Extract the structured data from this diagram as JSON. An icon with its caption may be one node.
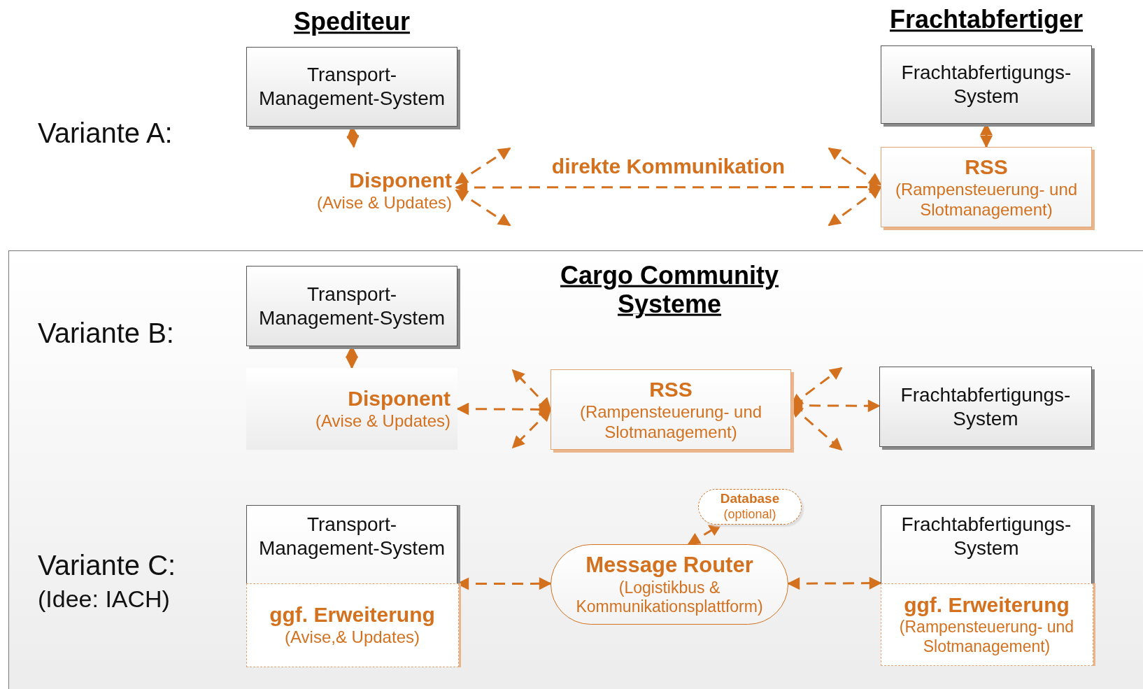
{
  "diagram": {
    "nodes": [
      {
        "text": [
          "Transport-Management-System"
        ]
      },
      {
        "text": [
          "Frachtabfertigungs-System"
        ]
      },
      {
        "text": [
          "Disponent",
          "(Avise & Updates)"
        ]
      },
      {
        "text": [
          "RSS",
          "(Rampensteuerung- und Slotmanagement)"
        ]
      },
      {
        "text": [
          "Transport-Management-System"
        ]
      },
      {
        "text": [
          "Disponent",
          "(Avise & Updates)"
        ]
      },
      {
        "text": [
          "RSS",
          "(Rampensteuerung- und Slotmanagement)"
        ]
      },
      {
        "text": [
          "Frachtabfertigungs-System"
        ]
      },
      {
        "text": [
          "Transport-Management-System"
        ]
      },
      {
        "text": [
          "ggf. Erweiterung",
          "(Avise,& Updates)"
        ],
        "in": 8
      },
      {
        "text": [
          "Message Router",
          "(Logistikbus & Kommunikationsplattform)"
        ]
      },
      {
        "text": [
          "Database",
          "(optional)"
        ]
      },
      {
        "text": [
          "Frachtabfertigungs-System"
        ]
      },
      {
        "text": [
          "ggf. Erweiterung",
          "(Rampensteuerung- und Slotmanagement)"
        ],
        "in": 12
      }
    ],
    "edges": [
      {
        "from": 0,
        "to": 2,
        "arrow": "both"
      },
      {
        "from": 1,
        "to": 3,
        "arrow": "both"
      },
      {
        "from": 2,
        "to": 3,
        "arrow": "both",
        "style": "dashed",
        "label": "direkte Kommunikation"
      },
      {
        "from": 2,
        "to": null,
        "arrow": "both",
        "style": "dashed"
      },
      {
        "from": 2,
        "to": null,
        "arrow": "both",
        "style": "dashed"
      },
      {
        "from": 3,
        "to": null,
        "arrow": "both",
        "style": "dashed"
      },
      {
        "from": 3,
        "to": null,
        "arrow": "both",
        "style": "dashed"
      },
      {
        "from": 4,
        "to": 5,
        "arrow": "both"
      },
      {
        "from": 5,
        "to": 6,
        "arrow": "both",
        "style": "dashed"
      },
      {
        "from": 6,
        "to": null,
        "arrow": "both",
        "style": "dashed"
      },
      {
        "from": 6,
        "to": null,
        "arrow": "both",
        "style": "dashed"
      },
      {
        "from": 6,
        "to": 7,
        "arrow": "both",
        "style": "dashed"
      },
      {
        "from": 6,
        "to": null,
        "arrow": "both",
        "style": "dashed"
      },
      {
        "from": 6,
        "to": null,
        "arrow": "both",
        "style": "dashed"
      },
      {
        "from": 8,
        "to": 10,
        "arrow": "both",
        "style": "dashed"
      },
      {
        "from": 10,
        "to": 12,
        "arrow": "both",
        "style": "dashed"
      },
      {
        "from": 10,
        "to": 11,
        "arrow": "both",
        "style": "dashed"
      }
    ],
    "labels": [
      "Spediteur",
      "Frachtabfertiger",
      "Variante A:",
      "Cargo Community Systeme",
      "Variante B:",
      "Variante C:",
      "(Idee: IACH)"
    ]
  }
}
